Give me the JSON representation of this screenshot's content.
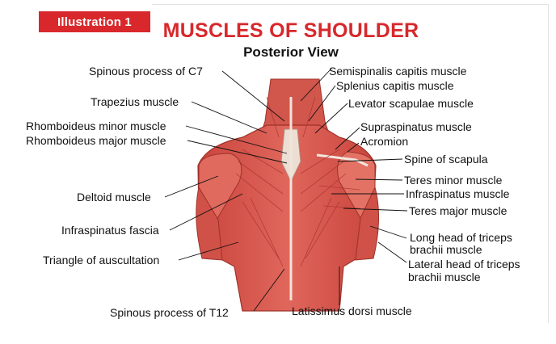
{
  "badge": "Illustration 1",
  "title": "MUSCLES OF SHOULDER",
  "subtitle": "Posterior View",
  "labels": {
    "spinous_c7": "Spinous process of C7",
    "trapezius": "Trapezius muscle",
    "rhomboid_minor": "Rhomboideus minor muscle",
    "rhomboid_major": "Rhomboideus major muscle",
    "deltoid": "Deltoid muscle",
    "infraspinatus_fascia": "Infraspinatus fascia",
    "triangle_auscultation": "Triangle of auscultation",
    "spinous_t12": "Spinous process of T12",
    "latissimus": "Latissimus dorsi muscle",
    "semispinalis": "Semispinalis capitis muscle",
    "splenius": "Splenius capitis muscle",
    "levator": "Levator scapulae muscle",
    "supraspinatus": "Supraspinatus muscle",
    "acromion": "Acromion",
    "spine_scapula": "Spine of scapula",
    "teres_minor": "Teres minor muscle",
    "infraspinatus": "Infraspinatus muscle",
    "teres_major": "Teres major muscle",
    "long_head_1": "Long head of triceps",
    "long_head_2": "brachii muscle",
    "lateral_head_1": "Lateral head of triceps",
    "lateral_head_2": "brachii muscle"
  },
  "colors": {
    "accent": "#d8282c",
    "muscle": "#d9534a",
    "muscle_dark": "#a8332c",
    "tendon": "#e9ddd2"
  }
}
